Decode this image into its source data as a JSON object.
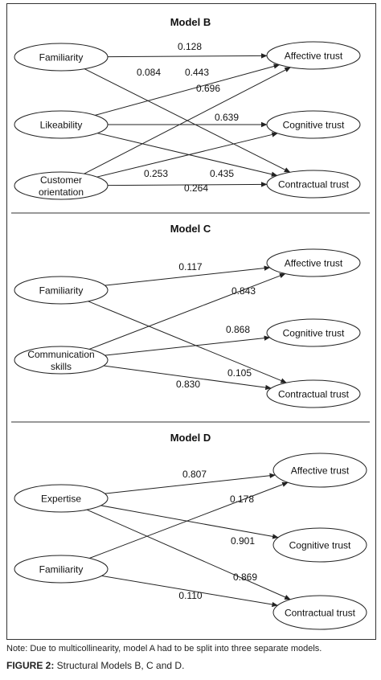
{
  "models": [
    {
      "title": "Model B",
      "sources": [
        {
          "id": "fam",
          "lines": [
            "Familiarity"
          ]
        },
        {
          "id": "lik",
          "lines": [
            "Likeability"
          ]
        },
        {
          "id": "cus",
          "lines": [
            "Customer",
            "orientation"
          ]
        }
      ],
      "targets": [
        {
          "id": "aff",
          "lines": [
            "Affective trust"
          ]
        },
        {
          "id": "cog",
          "lines": [
            "Cognitive trust"
          ]
        },
        {
          "id": "con",
          "lines": [
            "Contractual trust"
          ]
        }
      ],
      "paths": [
        {
          "from": "fam",
          "to": "aff",
          "value": "0.128"
        },
        {
          "from": "fam",
          "to": "con",
          "value": "0.084"
        },
        {
          "from": "lik",
          "to": "aff",
          "value": "0.443"
        },
        {
          "from": "lik",
          "to": "cog",
          "value": "0.696"
        },
        {
          "from": "lik",
          "to": "con",
          "value": "0.639"
        },
        {
          "from": "cus",
          "to": "aff",
          "value": "0.435"
        },
        {
          "from": "cus",
          "to": "cog",
          "value": "0.253"
        },
        {
          "from": "cus",
          "to": "con",
          "value": "0.264"
        }
      ]
    },
    {
      "title": "Model C",
      "sources": [
        {
          "id": "fam",
          "lines": [
            "Familiarity"
          ]
        },
        {
          "id": "com",
          "lines": [
            "Communication",
            "skills"
          ]
        }
      ],
      "targets": [
        {
          "id": "aff",
          "lines": [
            "Affective trust"
          ]
        },
        {
          "id": "cog",
          "lines": [
            "Cognitive trust"
          ]
        },
        {
          "id": "con",
          "lines": [
            "Contractual trust"
          ]
        }
      ],
      "paths": [
        {
          "from": "fam",
          "to": "aff",
          "value": "0.117"
        },
        {
          "from": "fam",
          "to": "con",
          "value": "0.105"
        },
        {
          "from": "com",
          "to": "aff",
          "value": "0.843"
        },
        {
          "from": "com",
          "to": "cog",
          "value": "0.868"
        },
        {
          "from": "com",
          "to": "con",
          "value": "0.830"
        }
      ]
    },
    {
      "title": "Model D",
      "sources": [
        {
          "id": "exp",
          "lines": [
            "Expertise"
          ]
        },
        {
          "id": "fam",
          "lines": [
            "Familiarity"
          ]
        }
      ],
      "targets": [
        {
          "id": "aff",
          "lines": [
            "Affective trust"
          ]
        },
        {
          "id": "cog",
          "lines": [
            "Cognitive trust"
          ]
        },
        {
          "id": "con",
          "lines": [
            "Contractual trust"
          ]
        }
      ],
      "paths": [
        {
          "from": "exp",
          "to": "aff",
          "value": "0.807"
        },
        {
          "from": "exp",
          "to": "cog",
          "value": "0.901"
        },
        {
          "from": "exp",
          "to": "con",
          "value": "0.869"
        },
        {
          "from": "fam",
          "to": "aff",
          "value": "0.178"
        },
        {
          "from": "fam",
          "to": "con",
          "value": "0.110"
        }
      ]
    }
  ],
  "note": "Note: Due to multicollinearity, model A had to be split into three separate models.",
  "caption": {
    "label": "FIGURE 2:",
    "text": " Structural Models B, C and D."
  }
}
